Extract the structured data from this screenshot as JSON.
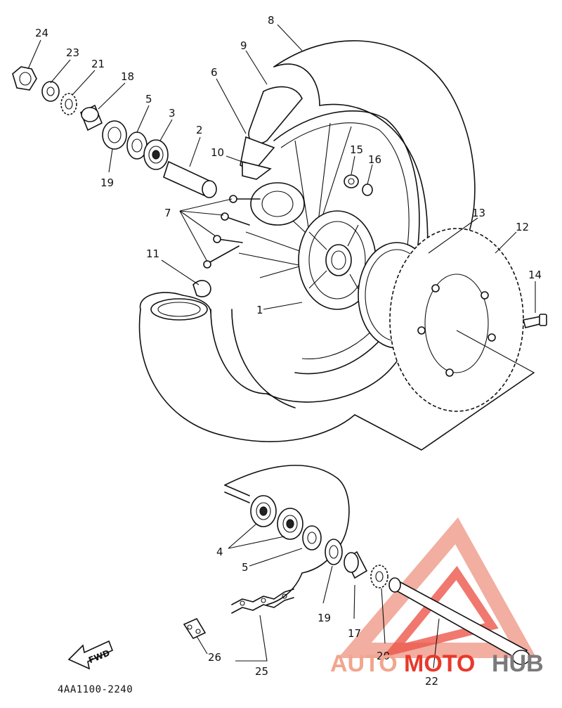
{
  "diagram": {
    "callouts": {
      "n1": "1",
      "n2": "2",
      "n3": "3",
      "n4": "4",
      "n5a": "5",
      "n5b": "5",
      "n6": "6",
      "n7": "7",
      "n8": "8",
      "n9": "9",
      "n10": "10",
      "n11": "11",
      "n12": "12",
      "n13": "13",
      "n14": "14",
      "n15": "15",
      "n16": "16",
      "n17": "17",
      "n18": "18",
      "n19a": "19",
      "n19b": "19",
      "n20": "20",
      "n21": "21",
      "n22": "22",
      "n23": "23",
      "n24": "24",
      "n25": "25",
      "n26": "26"
    },
    "fwd_label": "FWD",
    "drawing_code": "4AA1100-2240"
  },
  "watermark": {
    "part1": "AUTO",
    "part2": "MOTO",
    "part3": "HUB",
    "color_primary": "#e8392b",
    "color_secondary": "#f2a58e",
    "color_dark": "#7a7a7a"
  }
}
